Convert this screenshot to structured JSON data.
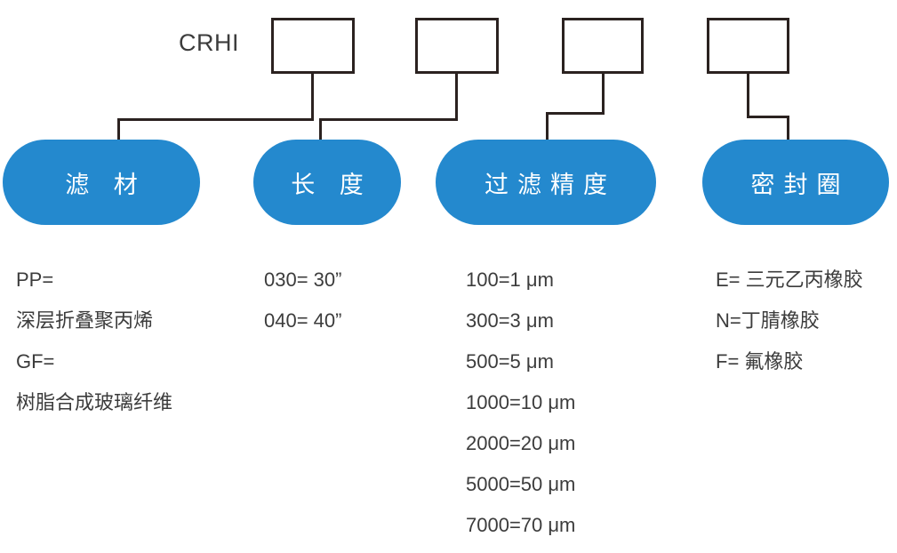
{
  "diagram": {
    "title_prefix": "CRHI",
    "accent_color": "#2489CE",
    "line_color": "#2B2220",
    "text_color": "#3C3C3C",
    "code_boxes": [
      {
        "name": "code-slot-1",
        "value": ""
      },
      {
        "name": "code-slot-2",
        "value": ""
      },
      {
        "name": "code-slot-3",
        "value": ""
      },
      {
        "name": "code-slot-4",
        "value": ""
      }
    ],
    "categories": [
      {
        "id": "filter-media",
        "label": "滤 材"
      },
      {
        "id": "length",
        "label": "长 度"
      },
      {
        "id": "filtration-rating",
        "label": "过滤精度"
      },
      {
        "id": "seal-ring",
        "label": "密封圈"
      }
    ],
    "legend_columns": [
      {
        "id": "filter-media-options",
        "lines": [
          "PP=",
          "深层折叠聚丙烯",
          "GF=",
          "树脂合成玻璃纤维"
        ]
      },
      {
        "id": "length-options",
        "lines": [
          "030= 30”",
          "040= 40”"
        ]
      },
      {
        "id": "filtration-rating-options",
        "lines": [
          "100=1 μm",
          "300=3 μm",
          "500=5 μm",
          "1000=10 μm",
          "2000=20 μm",
          "5000=50 μm",
          "7000=70 μm"
        ]
      },
      {
        "id": "seal-ring-options",
        "lines": [
          "E= 三元乙丙橡胶",
          "N=丁腈橡胶",
          "F= 氟橡胶"
        ]
      }
    ]
  }
}
